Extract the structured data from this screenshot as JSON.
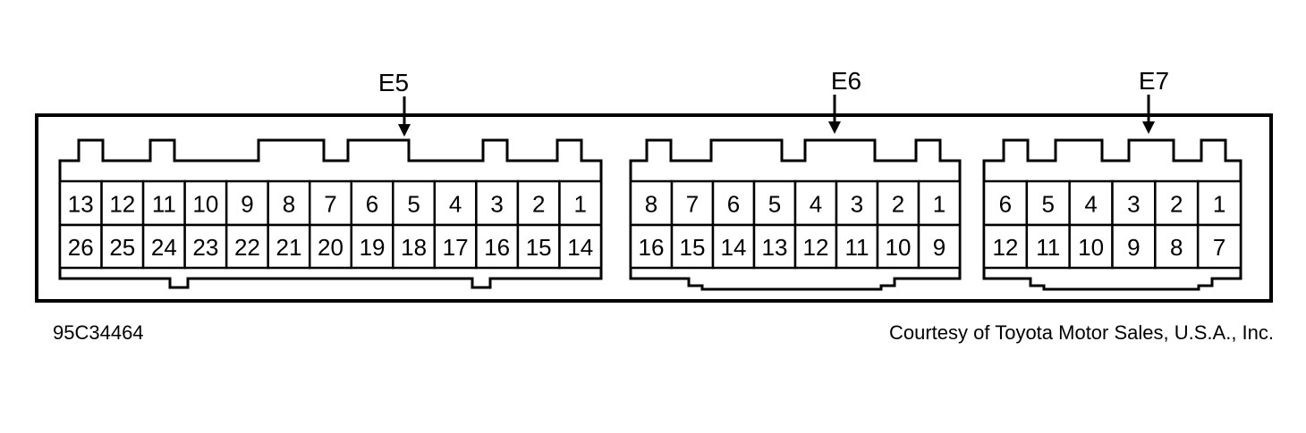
{
  "figure_id": "95C34464",
  "credit": "Courtesy of Toyota Motor Sales, U.S.A., Inc.",
  "connectors": [
    {
      "name": "E5",
      "top_row": [
        "13",
        "12",
        "11",
        "10",
        "9",
        "8",
        "7",
        "6",
        "5",
        "4",
        "3",
        "2",
        "1"
      ],
      "bottom_row": [
        "26",
        "25",
        "24",
        "23",
        "22",
        "21",
        "20",
        "19",
        "18",
        "17",
        "16",
        "15",
        "14"
      ]
    },
    {
      "name": "E6",
      "top_row": [
        "8",
        "7",
        "6",
        "5",
        "4",
        "3",
        "2",
        "1"
      ],
      "bottom_row": [
        "16",
        "15",
        "14",
        "13",
        "12",
        "11",
        "10",
        "9"
      ]
    },
    {
      "name": "E7",
      "top_row": [
        "6",
        "5",
        "4",
        "3",
        "2",
        "1"
      ],
      "bottom_row": [
        "12",
        "11",
        "10",
        "9",
        "8",
        "7"
      ]
    }
  ]
}
